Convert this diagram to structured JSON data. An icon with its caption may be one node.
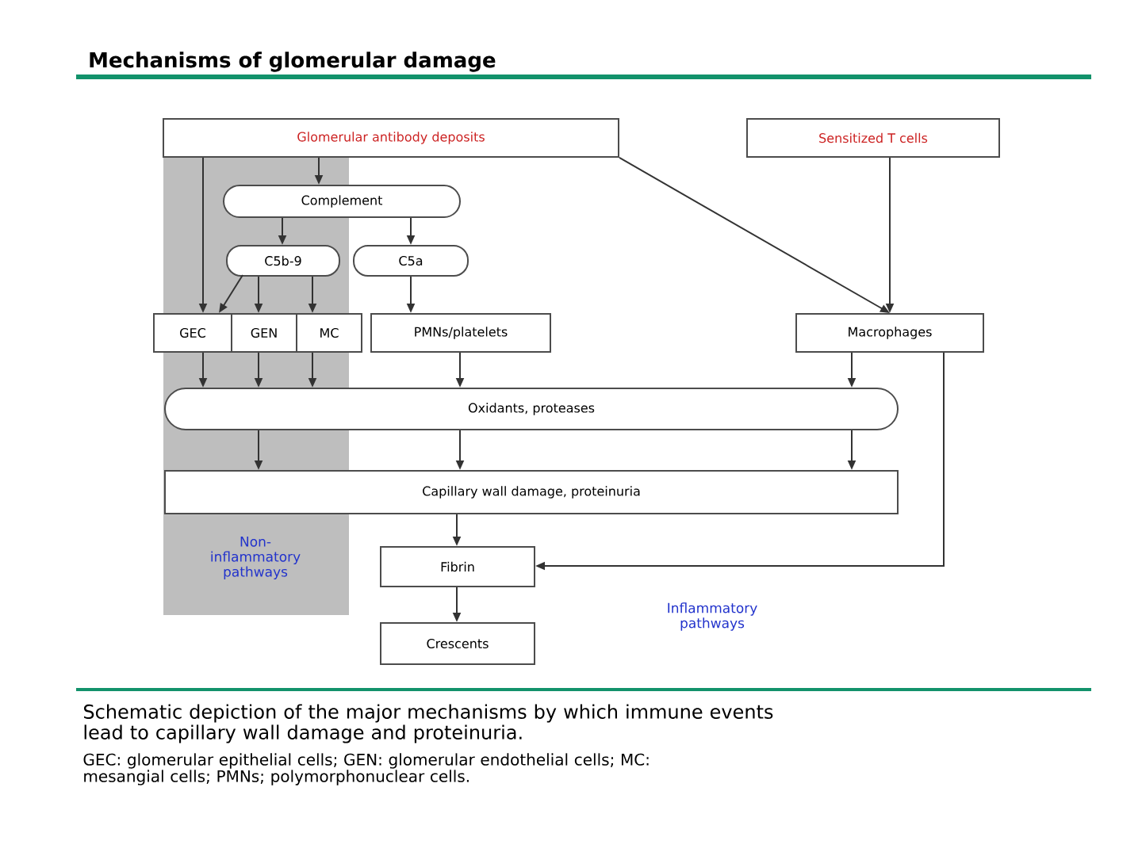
{
  "diagram": {
    "title": "Mechanisms of glomerular damage",
    "caption": "Schematic depiction of the major mechanisms by which immune events lead to capillary wall damage and proteinuria.",
    "nodes": [
      {
        "text": [
          "Glomerular antibody deposits"
        ]
      },
      {
        "text": [
          "Sensitized T cells"
        ]
      },
      {
        "text": [
          "Complement"
        ]
      },
      {
        "text": [
          "C5b-9"
        ]
      },
      {
        "text": [
          "C5a"
        ]
      },
      {
        "text": [
          "GEC"
        ]
      },
      {
        "text": [
          "GEN"
        ]
      },
      {
        "text": [
          "MC"
        ]
      },
      {
        "text": [
          "PMNs/platelets"
        ]
      },
      {
        "text": [
          "Macrophages"
        ]
      },
      {
        "text": [
          "Oxidants, proteases"
        ]
      },
      {
        "text": [
          "Capillary wall damage, proteinuria"
        ]
      },
      {
        "text": [
          "Fibrin"
        ]
      },
      {
        "text": [
          "Crescents"
        ]
      }
    ],
    "edges": [
      {
        "from": 0,
        "to": 5,
        "arrow": "to"
      },
      {
        "from": 0,
        "to": 2,
        "arrow": "to"
      },
      {
        "from": 0,
        "to": 9,
        "arrow": "to"
      },
      {
        "from": 1,
        "to": 9,
        "arrow": "to"
      },
      {
        "from": 2,
        "to": 3,
        "arrow": "to"
      },
      {
        "from": 2,
        "to": 4,
        "arrow": "to"
      },
      {
        "from": 3,
        "to": 5,
        "arrow": "to"
      },
      {
        "from": 3,
        "to": 6,
        "arrow": "to"
      },
      {
        "from": 3,
        "to": 7,
        "arrow": "to"
      },
      {
        "from": 4,
        "to": 8,
        "arrow": "to"
      },
      {
        "from": 5,
        "to": 10,
        "arrow": "to"
      },
      {
        "from": 6,
        "to": 10,
        "arrow": "to"
      },
      {
        "from": 7,
        "to": 10,
        "arrow": "to"
      },
      {
        "from": 8,
        "to": 10,
        "arrow": "to"
      },
      {
        "from": 9,
        "to": 10,
        "arrow": "to"
      },
      {
        "from": 10,
        "to": 11,
        "arrow": "to"
      },
      {
        "from": 10,
        "to": 11,
        "arrow": "to"
      },
      {
        "from": 10,
        "to": 11,
        "arrow": "to"
      },
      {
        "from": 11,
        "to": 12,
        "arrow": "to"
      },
      {
        "from": 12,
        "to": 13,
        "arrow": "to"
      },
      {
        "from": 9,
        "to": 12,
        "arrow": "to"
      }
    ],
    "labels": [
      "Non- inflammatory pathways",
      "Inflammatory pathways",
      "GEC: glomerular epithelial cells; GEN: glomerular endothelial cells; MC: mesangial cells; PMNs; polymorphonuclear cells."
    ]
  }
}
